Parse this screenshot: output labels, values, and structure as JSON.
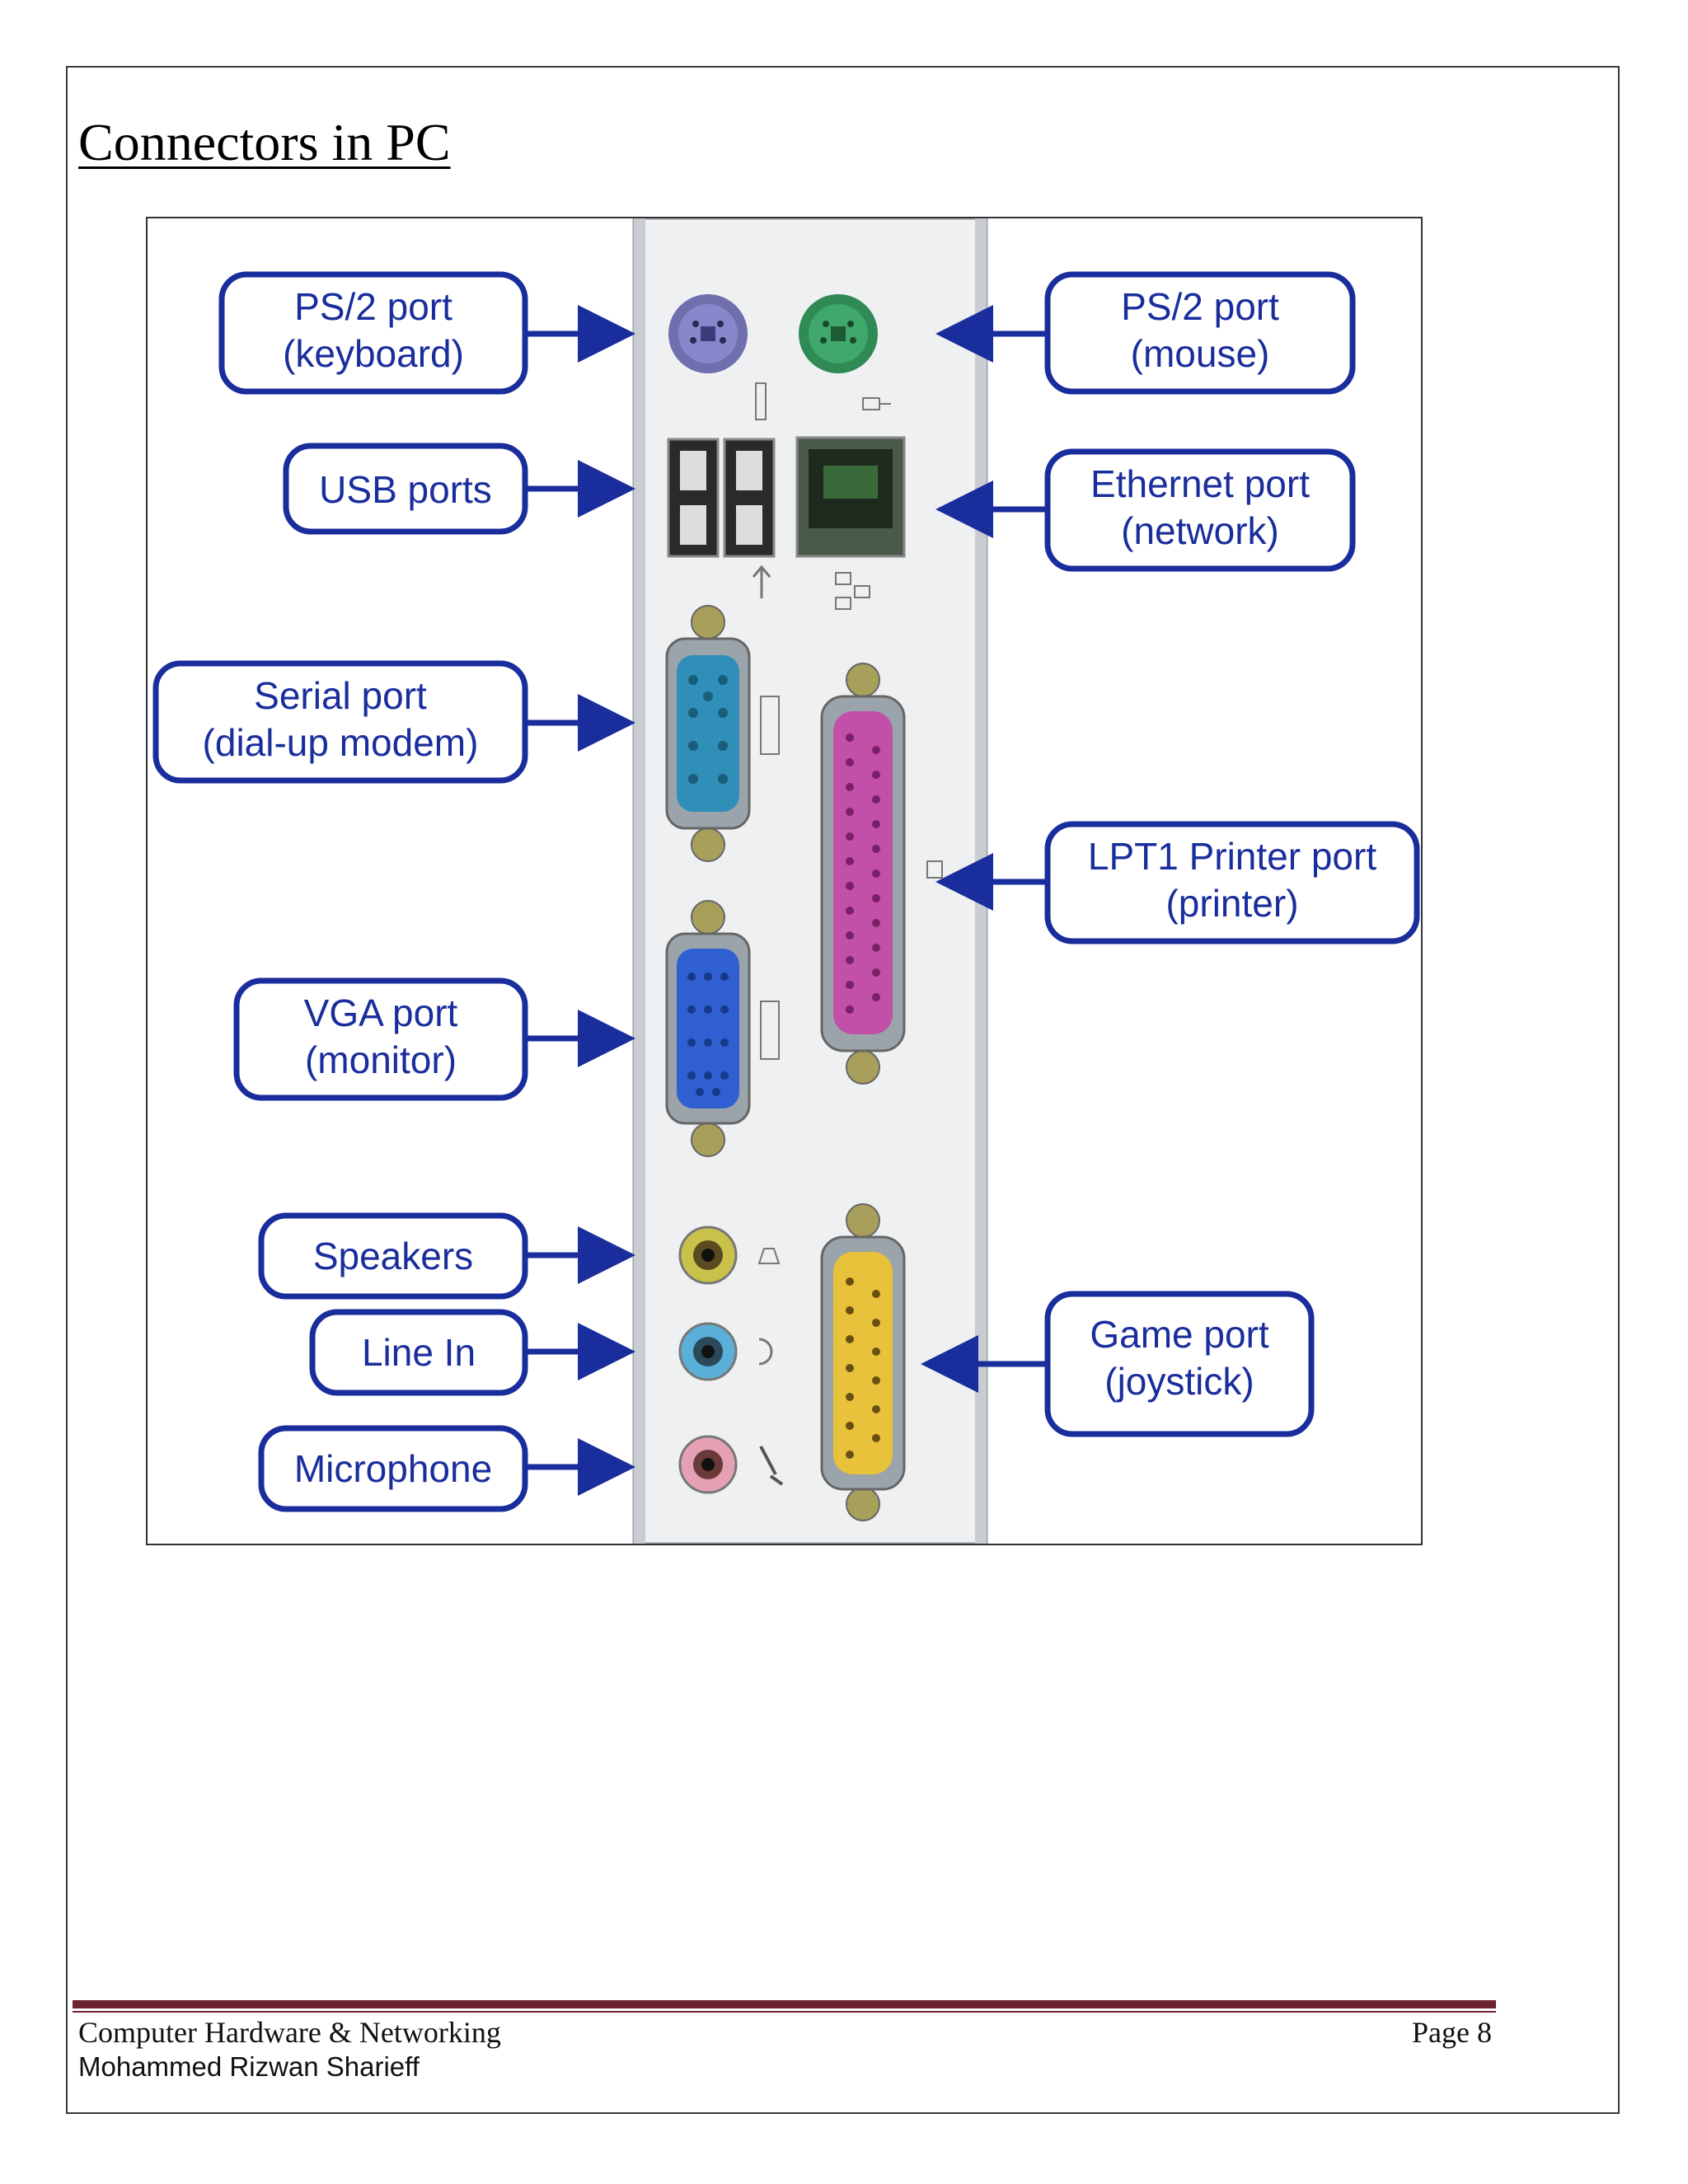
{
  "document": {
    "title": "Connectors in PC"
  },
  "figure": {
    "labels": {
      "ps2_keyboard": [
        "PS/2 port",
        "(keyboard)"
      ],
      "ps2_mouse": [
        "PS/2 port",
        "(mouse)"
      ],
      "usb": [
        "USB ports"
      ],
      "ethernet": [
        "Ethernet port",
        "(network)"
      ],
      "serial": [
        "Serial port",
        "(dial-up modem)"
      ],
      "lpt1": [
        "LPT1 Printer port",
        "(printer)"
      ],
      "vga": [
        "VGA port",
        "(monitor)"
      ],
      "speakers": [
        "Speakers"
      ],
      "line_in": [
        "Line In"
      ],
      "microphone": [
        "Microphone"
      ],
      "game_port": [
        "Game port",
        "(joystick)"
      ]
    },
    "colors": {
      "label_outline": "#1a2d9c",
      "ps2_keyboard": "#8a86cc",
      "ps2_mouse": "#3fa86a",
      "serial": "#2f8fb8",
      "vga": "#2f5fd0",
      "lpt1": "#c24fa8",
      "game_port": "#e8c23a",
      "speakers": "#c8c24a",
      "line_in": "#5ab0d8",
      "microphone": "#e6a0b4"
    }
  },
  "footer": {
    "course": "Computer Hardware & Networking",
    "author": "Mohammed Rizwan Sharieff",
    "page": "Page 8"
  }
}
